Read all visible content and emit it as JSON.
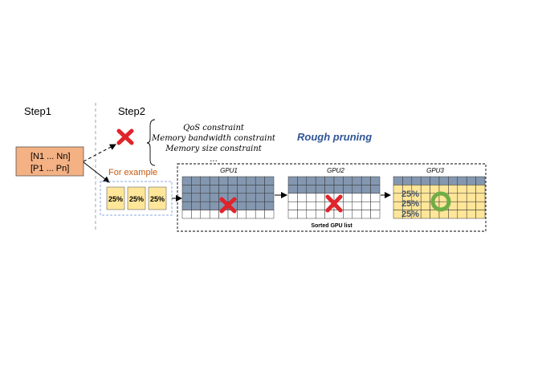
{
  "step1_label": "Step1",
  "step2_label": "Step2",
  "input_box": {
    "line1": "[N1 ... Nn]",
    "line2": "[P1 ...  Pn]"
  },
  "constraints": [
    "QoS constraint",
    "Memory bandwidth constraint",
    "Memory size constraint",
    "..."
  ],
  "rough_pruning": "Rough pruning",
  "for_example": "For example",
  "example_blocks": [
    "25%",
    "25%",
    "25%"
  ],
  "gpus": [
    {
      "label": "GPU1",
      "status": "rejected"
    },
    {
      "label": "GPU2",
      "status": "rejected"
    },
    {
      "label": "GPU3",
      "status": "accepted",
      "blocks": [
        "25%",
        "25%",
        "25%"
      ]
    }
  ],
  "sorted_list_label": "Sorted GPU list",
  "colors": {
    "input_fill": "#f4b183",
    "block_fill": "#ffe699",
    "used_cell": "#8497b0",
    "reject_x": "#e0242b",
    "accept_ring": "#70ad47",
    "accent_text": "#2f5597",
    "example_text": "#c55a11"
  }
}
